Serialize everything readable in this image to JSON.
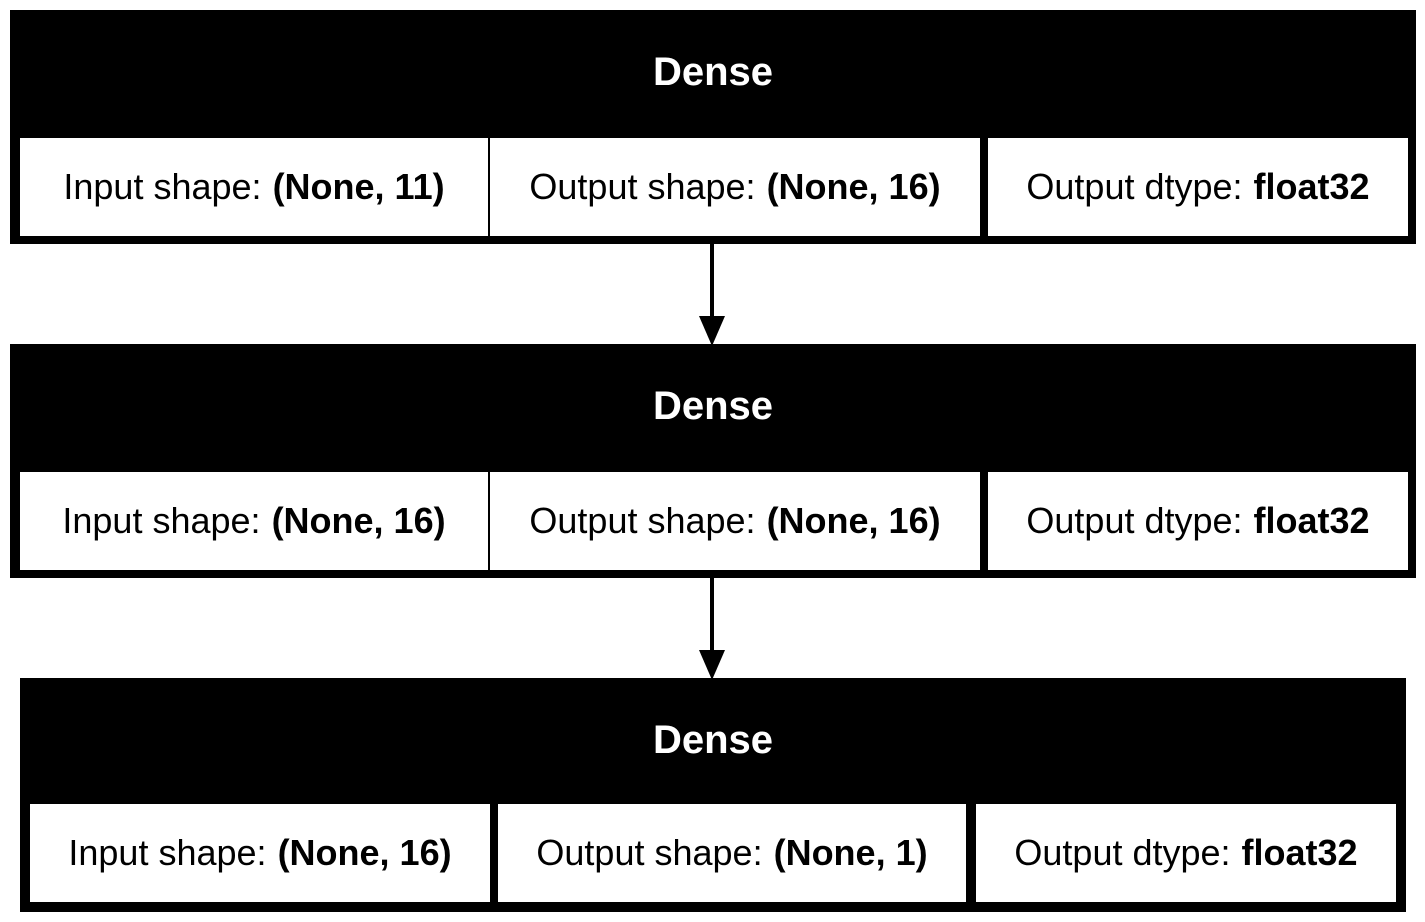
{
  "layers": [
    {
      "title": "Dense",
      "input_label": "Input shape:",
      "input_value": "(None, 11)",
      "output_label": "Output shape:",
      "output_value": "(None, 16)",
      "dtype_label": "Output dtype:",
      "dtype_value": "float32"
    },
    {
      "title": "Dense",
      "input_label": "Input shape:",
      "input_value": "(None, 16)",
      "output_label": "Output shape:",
      "output_value": "(None, 16)",
      "dtype_label": "Output dtype:",
      "dtype_value": "float32"
    },
    {
      "title": "Dense",
      "input_label": "Input shape:",
      "input_value": "(None, 16)",
      "output_label": "Output shape:",
      "output_value": "(None, 1)",
      "dtype_label": "Output dtype:",
      "dtype_value": "float32"
    }
  ],
  "colors": {
    "header": "#000000",
    "cell": "#ffffff",
    "text": "#000000",
    "title_text": "#ffffff"
  }
}
